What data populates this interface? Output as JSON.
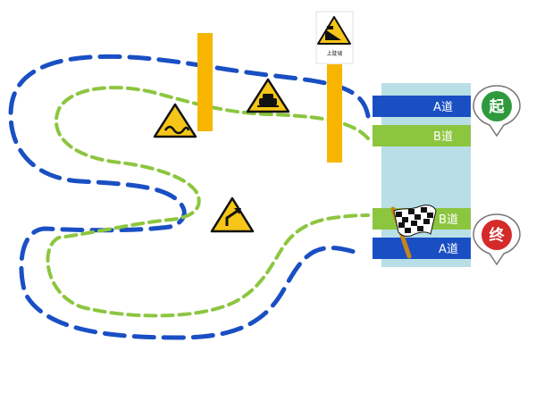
{
  "title": "",
  "lanes": {
    "start_a": "A道",
    "start_b": "B道",
    "finish_b": "B道",
    "finish_a": "A道"
  },
  "markers": {
    "start": "起",
    "finish": "终"
  },
  "signs": {
    "uphill_downhill_label": "上陡坡"
  },
  "colors": {
    "lane_a": "#1a4fc4",
    "lane_b": "#8cc63f",
    "post": "#f7b500",
    "zone": "#b9dfe6",
    "marker_start": "#2e9a3d",
    "marker_finish": "#d42a2a"
  },
  "icons": [
    "bumpy-road-sign-icon",
    "uphill-sign-icon",
    "winding-road-sign-icon",
    "steep-slope-sign-icon",
    "checkered-flag-icon",
    "start-marker-icon",
    "finish-marker-icon"
  ]
}
